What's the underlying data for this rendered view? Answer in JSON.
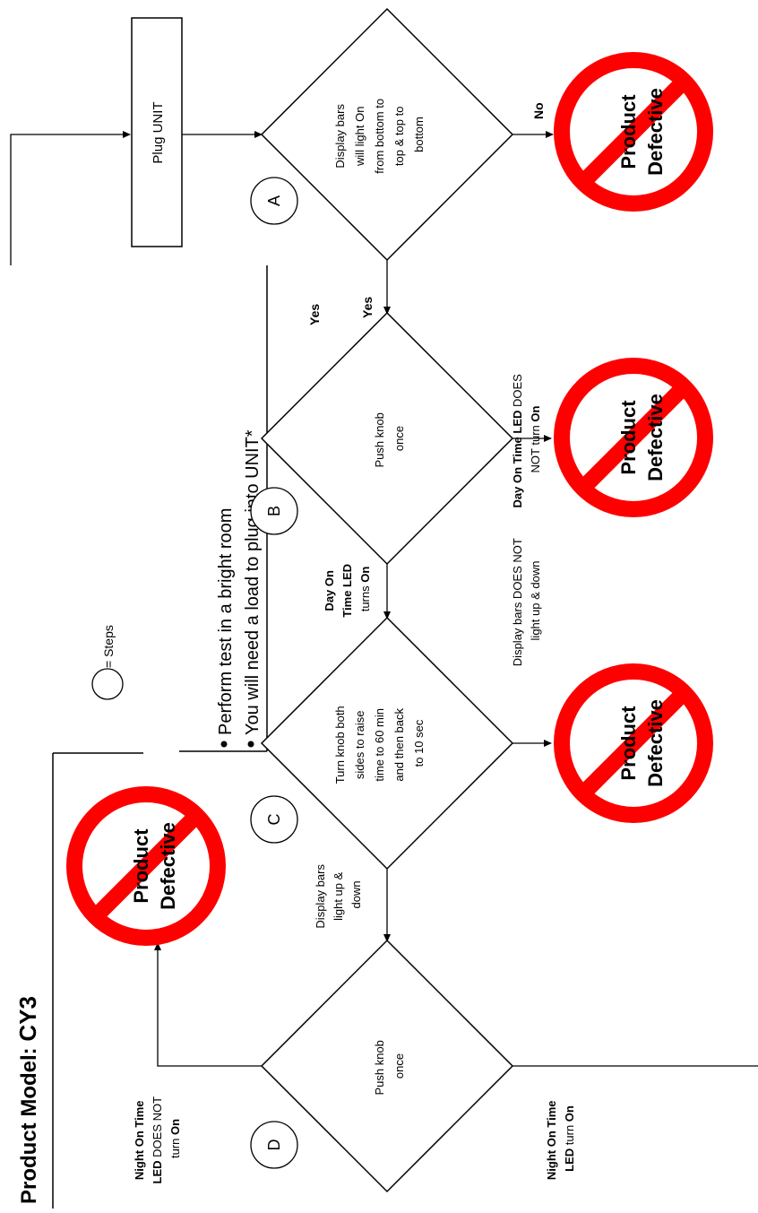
{
  "title": {
    "label": "Product Model: ",
    "model": "CY3"
  },
  "notes": {
    "line1": "Perform test in a bright room",
    "line2": "You will need a load to plug into UNIT*"
  },
  "legend": {
    "text": "= Steps"
  },
  "plug": {
    "text": "Plug UNIT"
  },
  "steps": {
    "a": {
      "letter": "A",
      "lines": [
        "Display bars",
        "will light On",
        "from bottom to",
        "top & top to",
        "bottom"
      ]
    },
    "b": {
      "letter": "B",
      "lines": [
        "Push knob",
        "once"
      ]
    },
    "c": {
      "letter": "C",
      "lines": [
        "Turn knob both",
        "sides to raise",
        "time to 60 min",
        "and then back",
        "to 10 sec"
      ]
    },
    "d": {
      "letter": "D",
      "lines": [
        "Push knob",
        "once"
      ]
    }
  },
  "edges": {
    "a_no": "No",
    "yes_outer": "Yes",
    "yes_inner": "Yes",
    "b_fail": {
      "l1_bold": "Day On Time LED",
      "l1_rest": " DOES",
      "l2": "NOT turn ",
      "l2_bold": "On"
    },
    "b_pass": {
      "l1": "Day On",
      "l2": "Time LED",
      "l3": "turns ",
      "l3_bold": "On"
    },
    "c_fail": {
      "l1": "Display bars DOES NOT",
      "l2": "light up & down"
    },
    "c_pass": {
      "l1": "Display bars",
      "l2": "light up &",
      "l3": "down"
    },
    "d_fail": {
      "l1": "Night On Time",
      "l2_bold": "LED",
      "l2_rest": " DOES NOT",
      "l3": "turn ",
      "l3_bold": "On"
    },
    "d_pass": {
      "l1": "Night On Time",
      "l2_bold": "LED",
      "l2_rest": " turn ",
      "l2_bold2": "On"
    }
  },
  "defective": {
    "line1": "Product",
    "line2": "Defective"
  },
  "colors": {
    "prohibit": "#ff0000",
    "line": "#000000"
  }
}
